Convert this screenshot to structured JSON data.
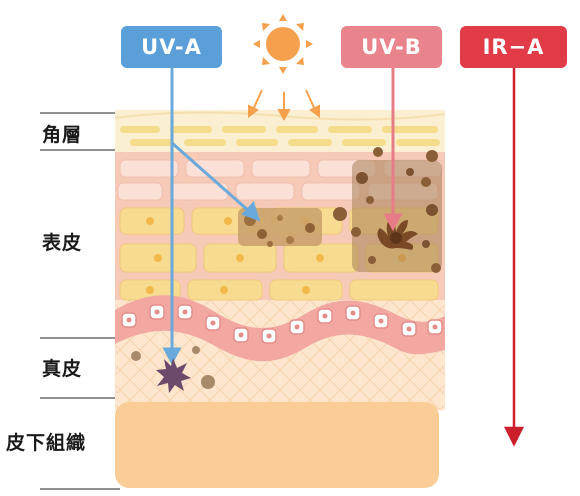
{
  "layers": {
    "stratum_corneum": "角層",
    "epidermis": "表皮",
    "dermis": "真皮",
    "subcutaneous": "皮下組織"
  },
  "rays": [
    {
      "id": "uva",
      "label": "UV-A",
      "color": "#5a9fd8"
    },
    {
      "id": "uvb",
      "label": "UV-B",
      "color": "#e9838c"
    },
    {
      "id": "ira",
      "label": "IR−A",
      "color": "#e23b48"
    }
  ],
  "colors": {
    "sun": "#f4a04c",
    "uva_arrow": "#6aa9dc",
    "uvb_arrow": "#e87c86",
    "ira_arrow": "#cc1f2c",
    "subcutaneous": "#fbcd96",
    "dermis": "#fde6cd"
  },
  "icons": [
    "sun-icon",
    "melanocyte-icon",
    "damaged-cell-icon"
  ]
}
